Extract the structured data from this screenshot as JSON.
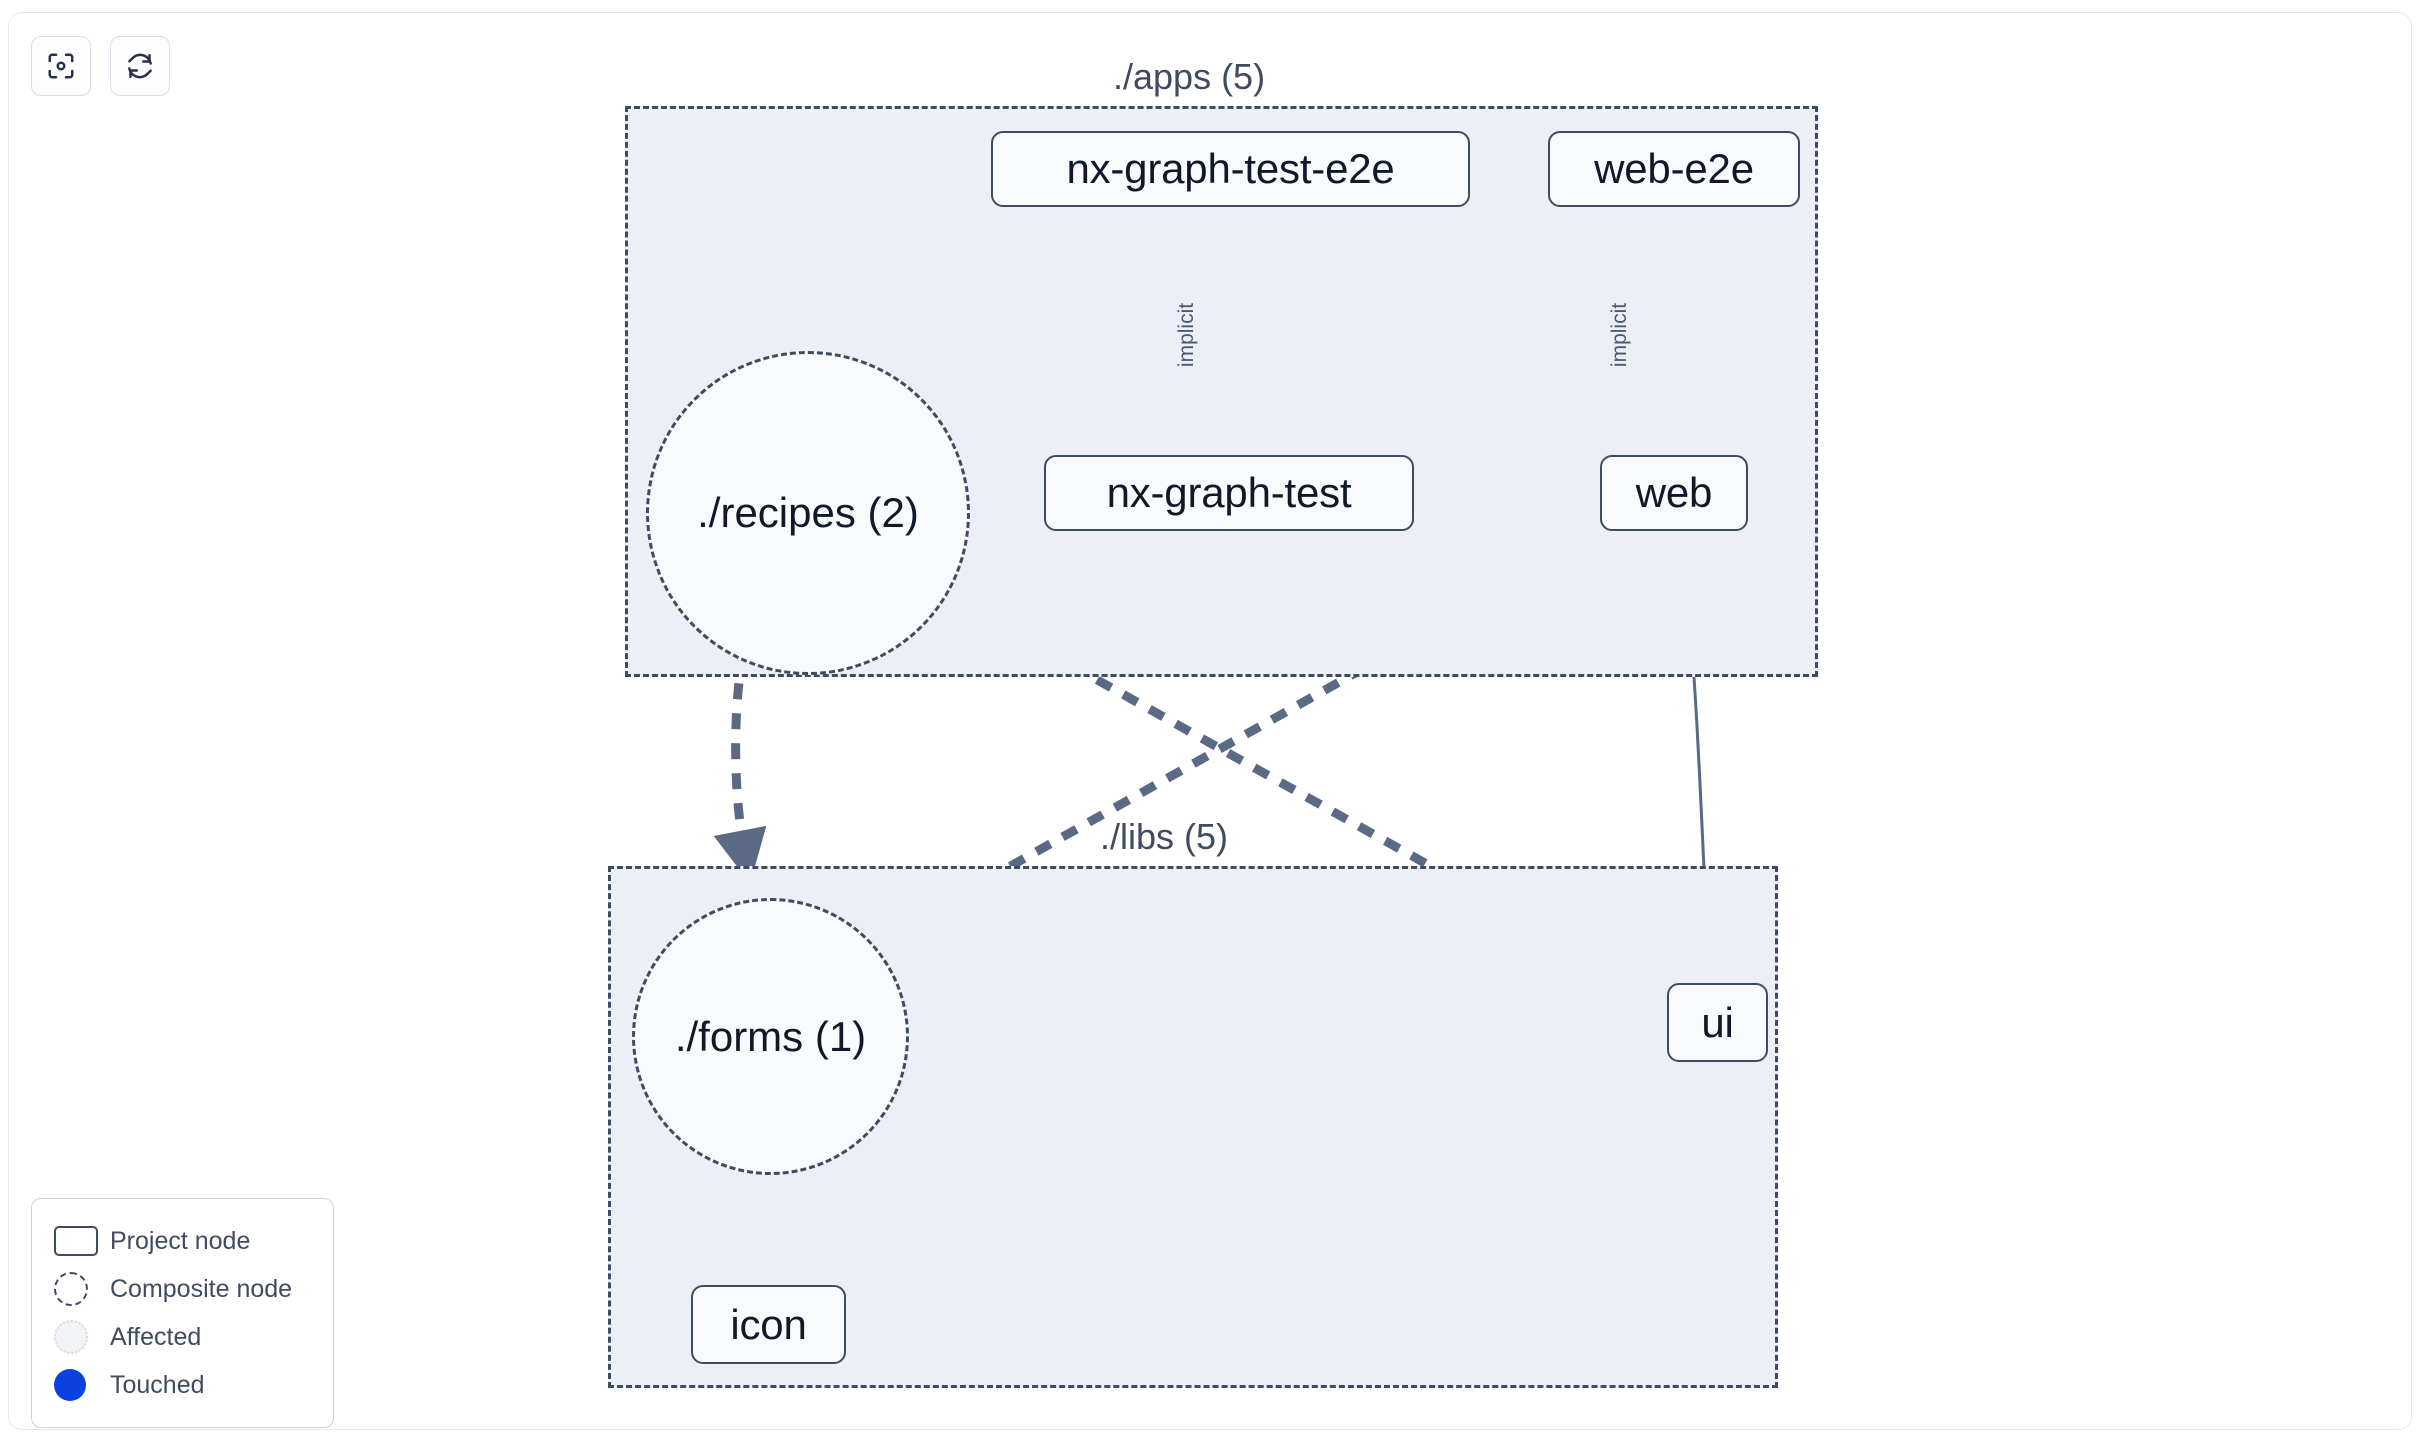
{
  "toolbar": {
    "buttons": [
      {
        "name": "focus-graph-button",
        "icon": "focus-target-icon",
        "title": "Focus graph"
      },
      {
        "name": "refresh-graph-button",
        "icon": "refresh-icon",
        "title": "Refresh graph"
      }
    ]
  },
  "graph": {
    "groups": [
      {
        "id": "apps",
        "label": "./apps (5)",
        "count": 5
      },
      {
        "id": "libs",
        "label": "./libs (5)",
        "count": 5
      }
    ],
    "nodes": [
      {
        "id": "nx-graph-test-e2e",
        "label": "nx-graph-test-e2e",
        "type": "project",
        "group": "apps"
      },
      {
        "id": "web-e2e",
        "label": "web-e2e",
        "type": "project",
        "group": "apps"
      },
      {
        "id": "recipes",
        "label": "./recipes (2)",
        "type": "composite",
        "group": "apps"
      },
      {
        "id": "nx-graph-test",
        "label": "nx-graph-test",
        "type": "project",
        "group": "apps"
      },
      {
        "id": "web",
        "label": "web",
        "type": "project",
        "group": "apps"
      },
      {
        "id": "forms",
        "label": "./forms (1)",
        "type": "composite",
        "group": "libs"
      },
      {
        "id": "ui",
        "label": "ui",
        "type": "project",
        "group": "libs"
      },
      {
        "id": "icon",
        "label": "icon",
        "type": "project",
        "group": "libs"
      }
    ],
    "edges": [
      {
        "from": "nx-graph-test-e2e",
        "to": "nx-graph-test",
        "label": "implicit",
        "style": "solid"
      },
      {
        "from": "web-e2e",
        "to": "web",
        "label": "implicit",
        "style": "solid"
      },
      {
        "from": "web",
        "to": "ui",
        "label": "",
        "style": "solid"
      },
      {
        "from": "recipes",
        "to": "forms",
        "label": "",
        "style": "dashed"
      },
      {
        "from": "recipes",
        "to": "ui",
        "label": "",
        "style": "dashed"
      },
      {
        "from": "web",
        "to": "forms",
        "label": "",
        "style": "dashed"
      },
      {
        "from": "forms",
        "to": "icon",
        "label": "",
        "style": "dashed"
      }
    ]
  },
  "legend": {
    "items": [
      {
        "swatch": "project-node-swatch",
        "label": "Project node"
      },
      {
        "swatch": "composite-node-swatch",
        "label": "Composite node"
      },
      {
        "swatch": "affected-swatch",
        "label": "Affected"
      },
      {
        "swatch": "touched-swatch",
        "label": "Touched"
      }
    ]
  },
  "colors": {
    "node_border": "#3f4c60",
    "node_fill": "#f8fafb",
    "group_fill": "#eceff5",
    "edge": "#5a6a85",
    "touched": "#0b41e0",
    "text": "#11182a"
  }
}
